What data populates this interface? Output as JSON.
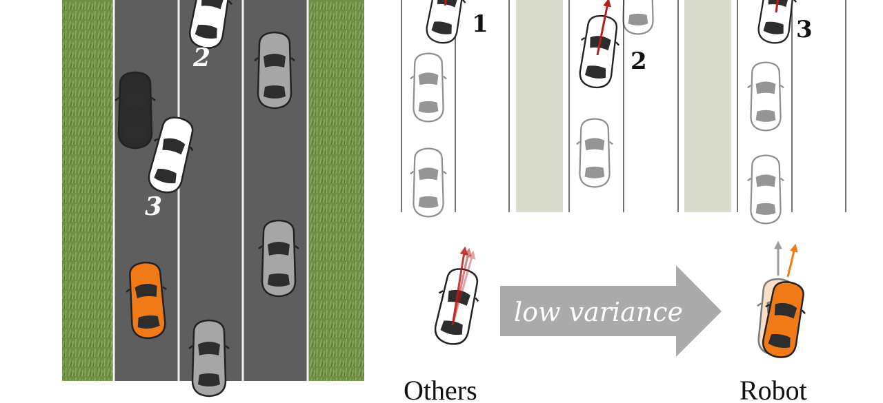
{
  "colors": {
    "grass": "#6f8f45",
    "road": "#5e5e5e",
    "lane_line": "#f2f2f2",
    "car_white": "#ffffff",
    "car_gray": "#a6a6a6",
    "car_black": "#2b2b2b",
    "car_orange": "#f07a18",
    "arrow_red": "#b71c1c",
    "arrow_orange": "#f07a18",
    "arrow_gray": "#9e9e9e",
    "median": "#d9dccb",
    "big_arrow": "#aaaaaa"
  },
  "left_scene": {
    "car_labels": [
      "2",
      "3"
    ]
  },
  "right_scene": {
    "car_labels": [
      "1",
      "2",
      "3"
    ]
  },
  "bottom": {
    "others_caption": "Others",
    "robot_caption": "Robot",
    "arrow_text": "low variance"
  }
}
